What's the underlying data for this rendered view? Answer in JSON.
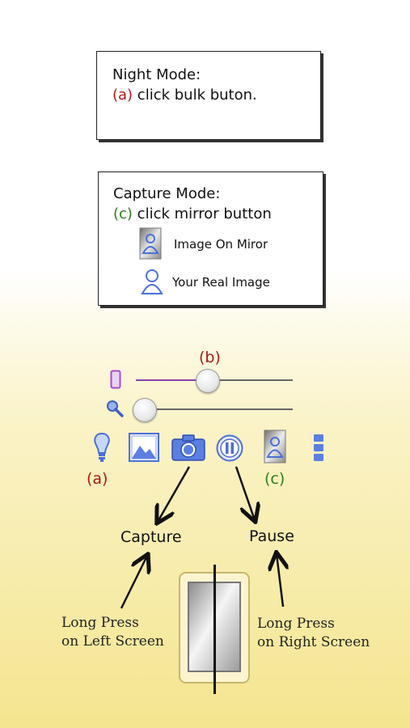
{
  "night_box": {
    "title": "Night Mode:",
    "marker": "(a)",
    "instruction": " click bulk buton."
  },
  "capture_box": {
    "title": "Capture Mode:",
    "marker": "(c)",
    "instruction": " click mirror button",
    "legend": [
      {
        "label": "Image On Miror",
        "icon": "mirror-person-icon"
      },
      {
        "label": "Your Real Image",
        "icon": "person-outline-icon"
      }
    ]
  },
  "controls": {
    "brightness_marker": "(b)",
    "brightness_level": 0.38,
    "zoom_level": 0.05,
    "marker_a": "(a)",
    "marker_c": "(c)",
    "toolbar_icons": [
      "bulb-icon",
      "gallery-icon",
      "camera-icon",
      "pause-icon",
      "mirror-icon",
      "menu-icon"
    ]
  },
  "labels": {
    "capture": "Capture",
    "pause": "Pause",
    "long_press_left_1": "Long Press",
    "long_press_left_2": "on Left Screen",
    "long_press_right_1": "Long Press",
    "long_press_right_2": "on Right Screen"
  },
  "colors": {
    "red_marker": "#b01818",
    "green_marker": "#2e7d1a",
    "icon_blue": "#4d6fd6"
  }
}
